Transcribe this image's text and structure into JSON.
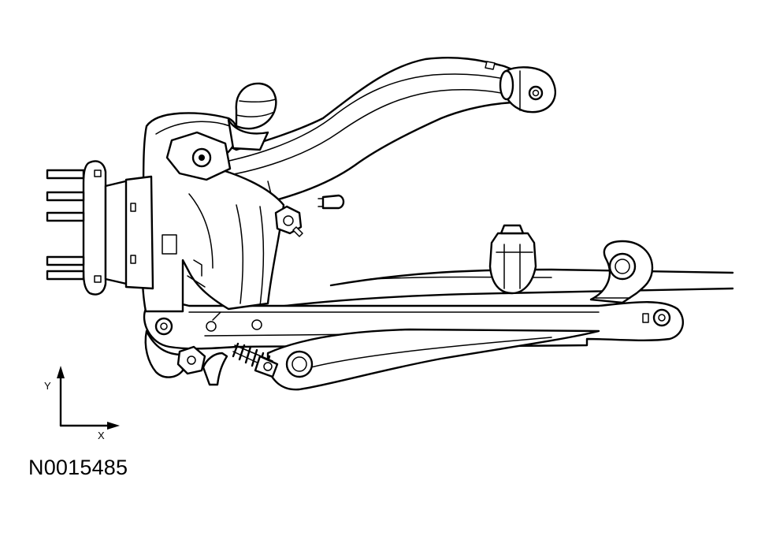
{
  "figure": {
    "id": "N0015485"
  },
  "axes": {
    "y_label": "Y",
    "x_label": "X"
  },
  "colors": {
    "line": "#000000",
    "background": "#ffffff"
  }
}
